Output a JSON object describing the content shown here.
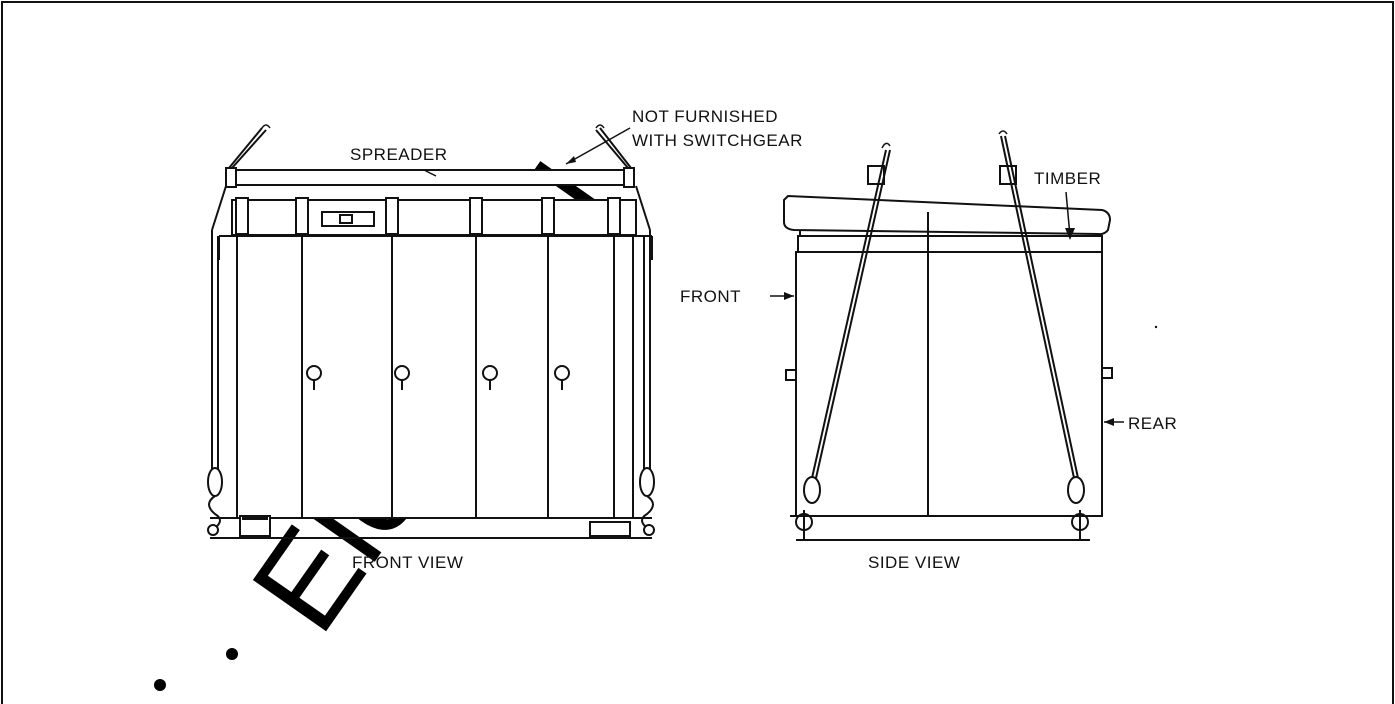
{
  "labels": {
    "spreader": "SPREADER",
    "not_furnished_line1": "NOT FURNISHED",
    "not_furnished_line2": "WITH SWITCHGEAR",
    "timber": "TIMBER",
    "front": "FRONT",
    "rear": "REAR",
    "front_view": "FRONT VIEW",
    "side_view": "SIDE VIEW"
  },
  "watermark": "Electrical",
  "colors": {
    "line": "#111111",
    "background": "#ffffff"
  }
}
